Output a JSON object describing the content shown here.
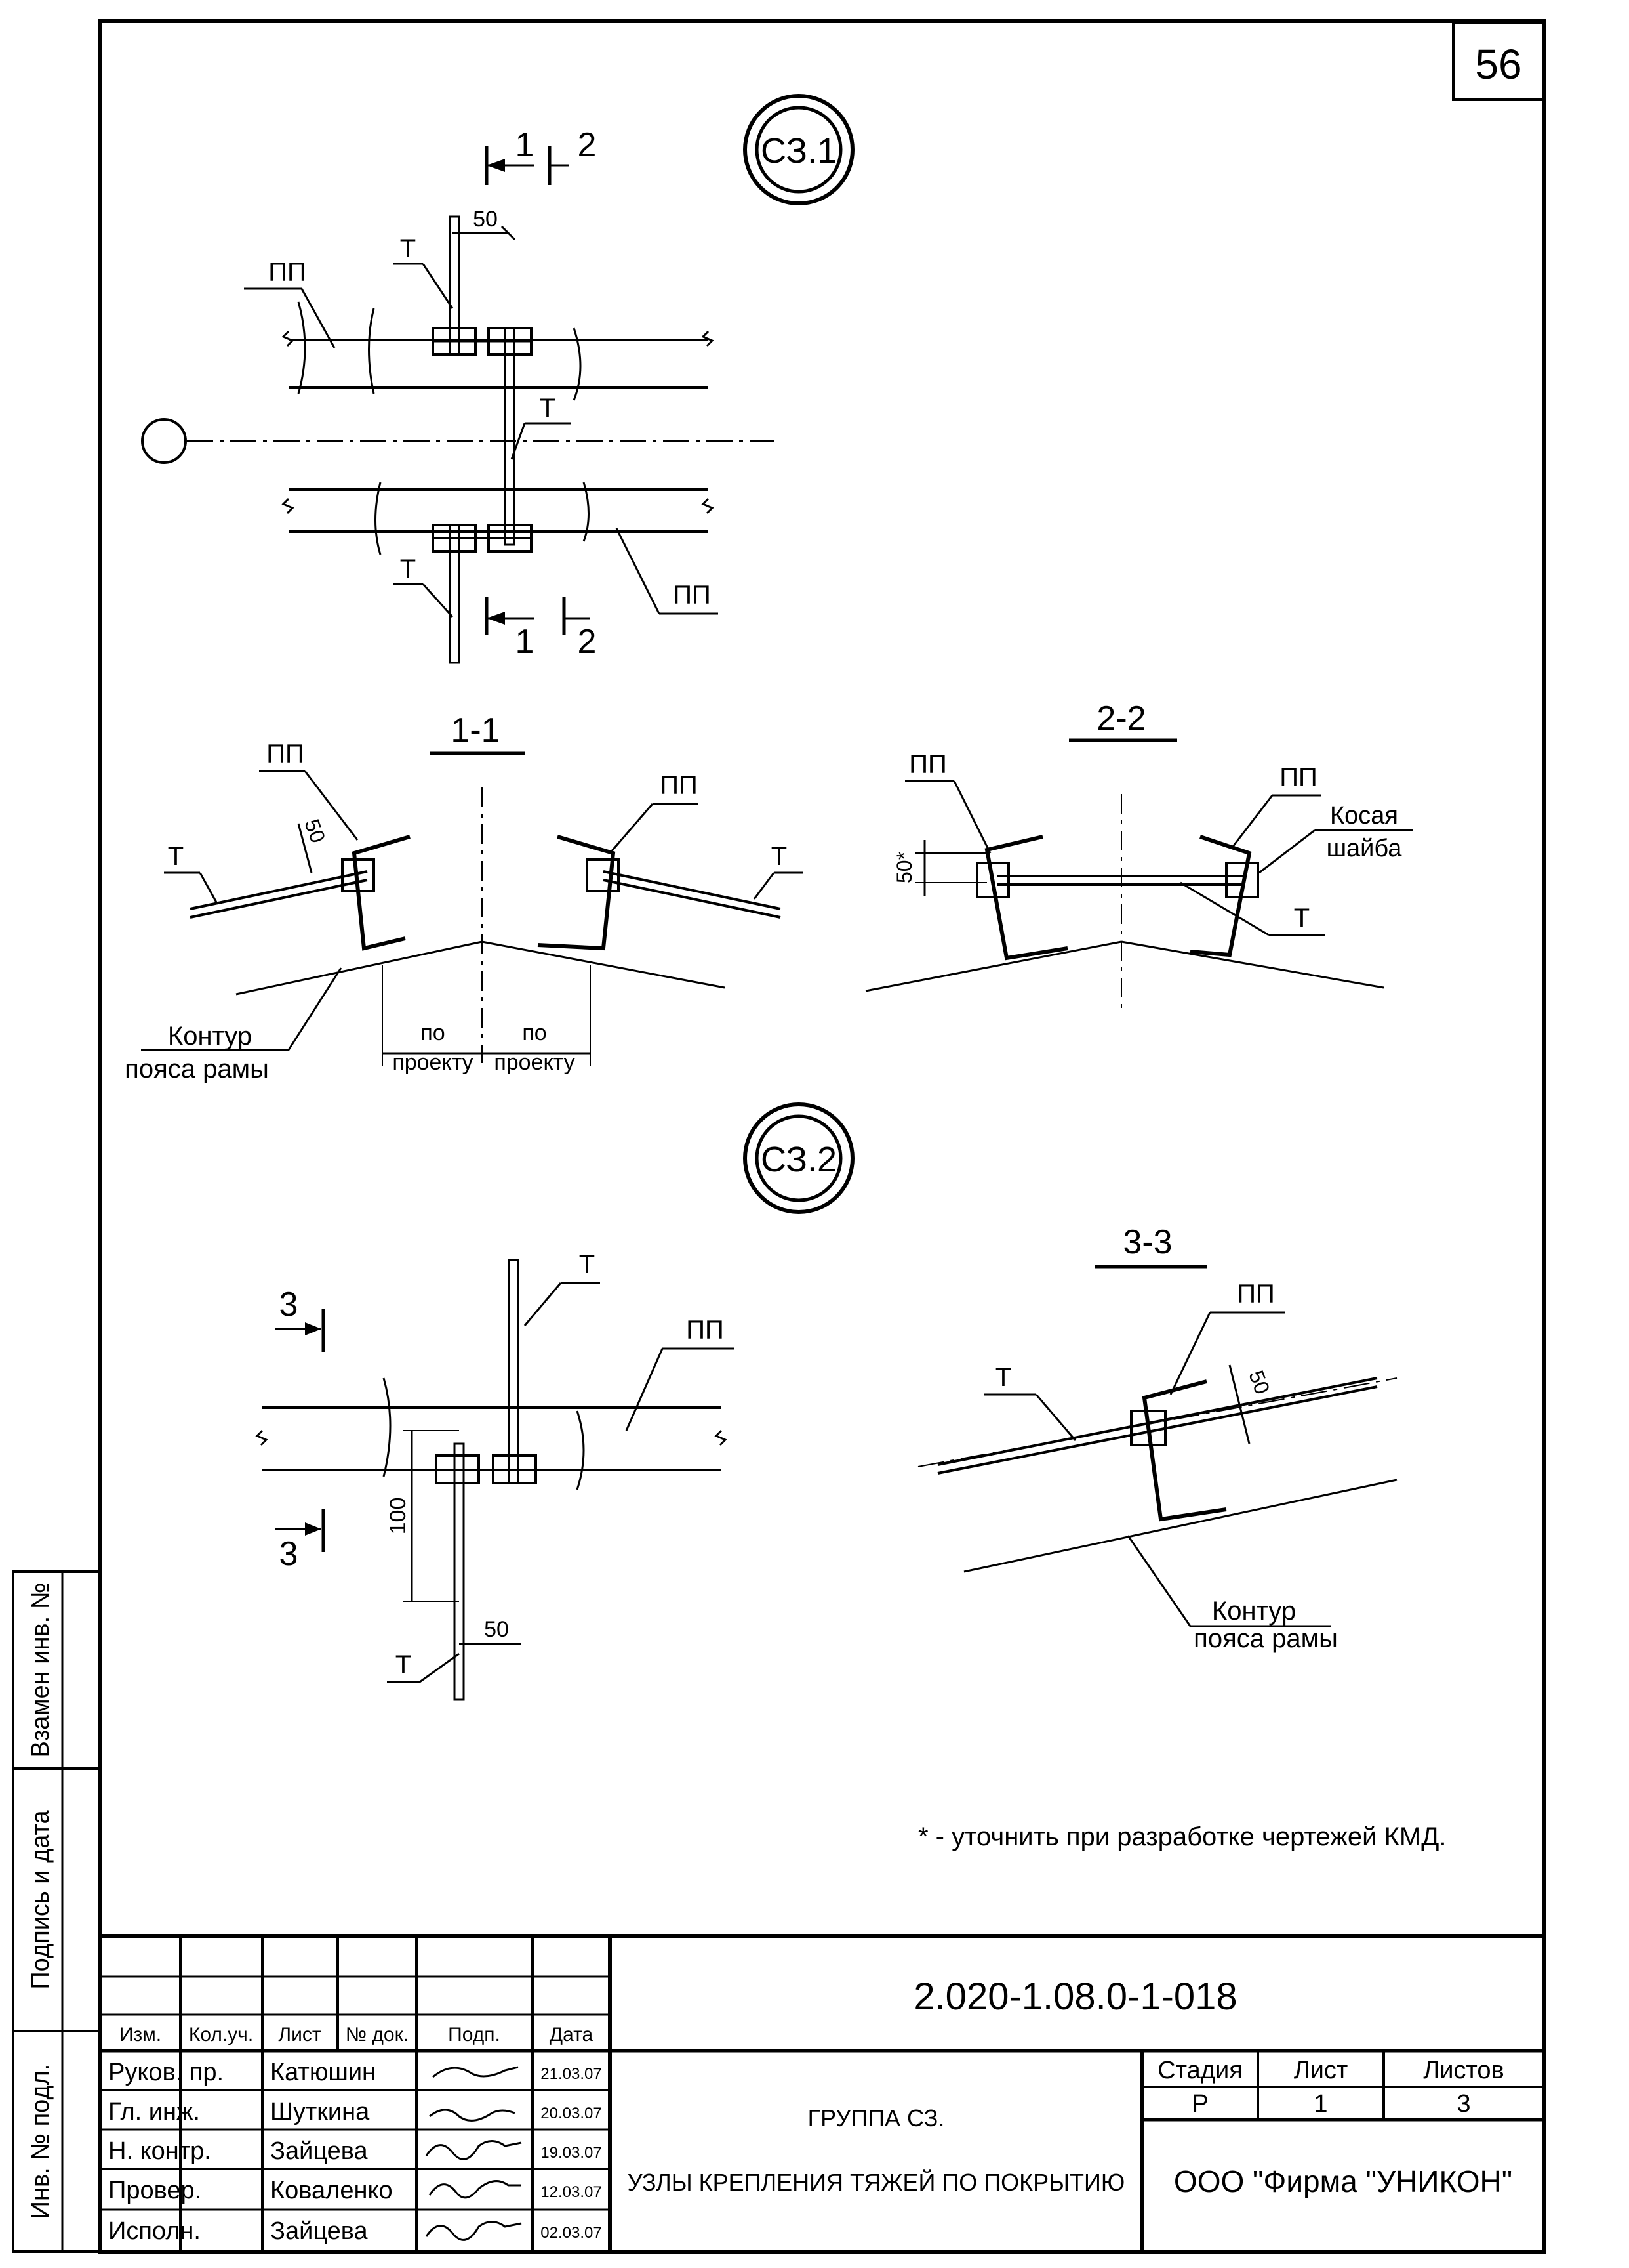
{
  "sheet_number": "56",
  "nodes": {
    "node1": "СЗ.1",
    "node2": "СЗ.2"
  },
  "labels": {
    "pp": "ПП",
    "t": "Т",
    "contour_line1": "Контур",
    "contour_line2": "пояса рамы",
    "po": "по",
    "proektu": "проекту",
    "kosaya": "Косая",
    "shaiba": "шайба"
  },
  "dims": {
    "d50": "50",
    "d50s": "50*",
    "d100": "100"
  },
  "section_marks": {
    "s1": "1",
    "s2": "2",
    "s3": "3"
  },
  "section_titles": {
    "sec11": "1-1",
    "sec22": "2-2",
    "sec33": "3-3"
  },
  "footnote": "* - уточнить при разработке чертежей КМД.",
  "side_stamp": {
    "vzamen": "Взамен инв. №",
    "podpis": "Подпись и дата",
    "inv": "Инв. № подл."
  },
  "title_block": {
    "doc_code": "2.020-1.08.0-1-018",
    "headers": {
      "izm": "Изм.",
      "kol": "Кол.уч.",
      "list": "Лист",
      "ndok": "№ док.",
      "podp": "Подп.",
      "data": "Дата"
    },
    "people": [
      {
        "role": "Руков. пр.",
        "name": "Катюшин",
        "date": "21.03.07"
      },
      {
        "role": "Гл. инж.",
        "name": "Шуткина",
        "date": "20.03.07"
      },
      {
        "role": "Н. контр.",
        "name": "Зайцева",
        "date": "19.03.07"
      },
      {
        "role": "Провер.",
        "name": "Коваленко",
        "date": "12.03.07"
      },
      {
        "role": "Исполн.",
        "name": "Зайцева",
        "date": "02.03.07"
      }
    ],
    "title_line1": "ГРУППА СЗ.",
    "title_line2": "УЗЛЫ КРЕПЛЕНИЯ ТЯЖЕЙ ПО ПОКРЫТИЮ",
    "stage_label": "Стадия",
    "sheet_label": "Лист",
    "sheets_label": "Листов",
    "stage": "Р",
    "sheet": "1",
    "sheets": "3",
    "company": "ООО \"Фирма \"УНИКОН\""
  }
}
